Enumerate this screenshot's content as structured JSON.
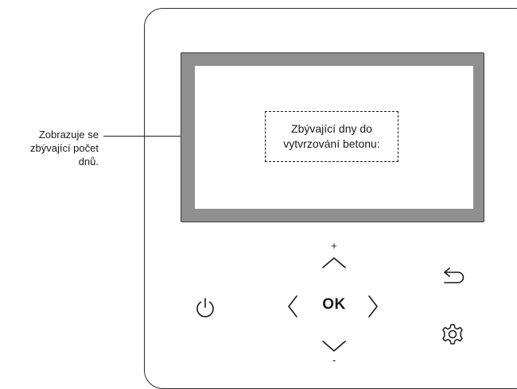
{
  "callout": {
    "lines": [
      "Zobrazuje se",
      "zbývající počet",
      "dnů."
    ]
  },
  "screen": {
    "lines": [
      "Zbývající dny do",
      "vytvrzování betonu:"
    ]
  },
  "controls": {
    "ok_label": "OK",
    "plus_sign": "+",
    "minus_sign": "-"
  }
}
